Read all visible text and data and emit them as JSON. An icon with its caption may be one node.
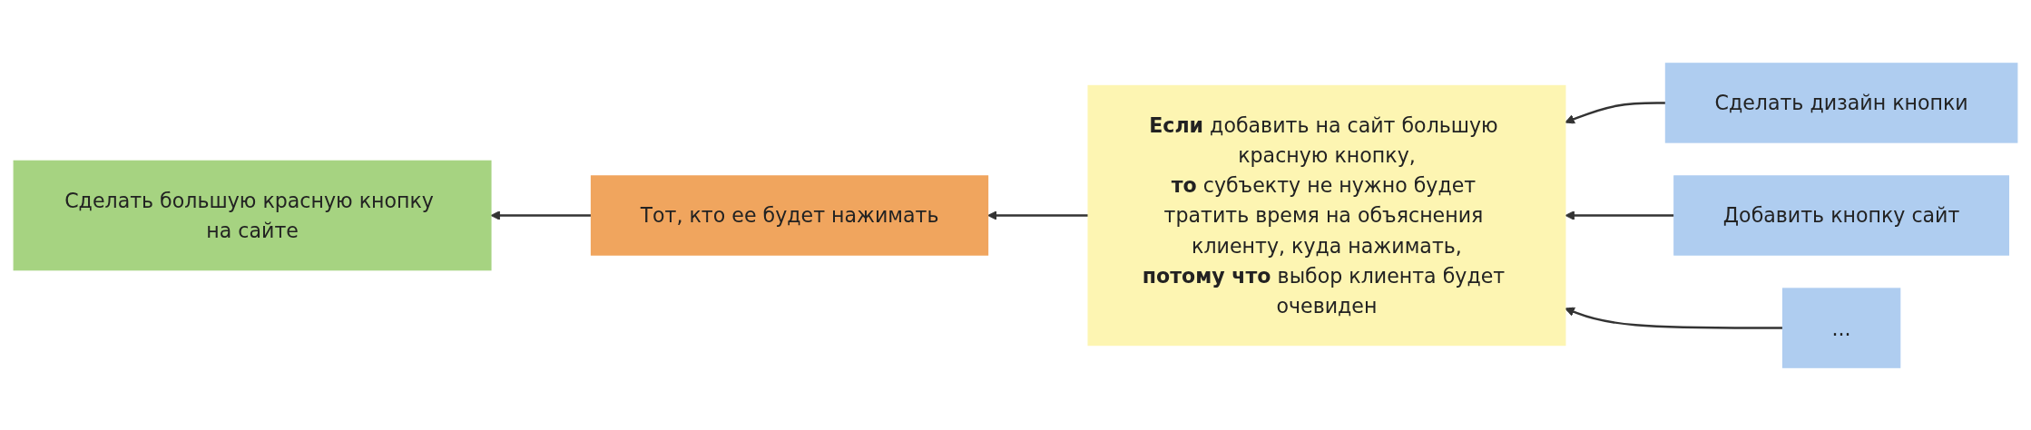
{
  "diagram": {
    "nodes": [
      {
        "text": [
          "Сделать большую красную кнопку на сайте"
        ]
      },
      {
        "text": [
          "Тот, кто ее будет нажимать"
        ]
      },
      {
        "text": [
          "**Если** добавить на сайт большую красную кнопку,",
          "**то** субъекту не нужно будет тратить время на объяснения клиенту, куда нажимать,",
          "**потому что** выбор клиента будет очевиден"
        ]
      },
      {
        "text": [
          "Сделать дизайн кнопки"
        ]
      },
      {
        "text": [
          "Добавить кнопку сайт"
        ]
      },
      {
        "text": [
          "..."
        ]
      }
    ],
    "edges": [
      {
        "from": 1,
        "to": 0,
        "arrow": "to"
      },
      {
        "from": 2,
        "to": 1,
        "arrow": "to"
      },
      {
        "from": 3,
        "to": 2,
        "arrow": "to"
      },
      {
        "from": 4,
        "to": 2,
        "arrow": "to"
      },
      {
        "from": 5,
        "to": 2,
        "arrow": "to"
      }
    ]
  }
}
